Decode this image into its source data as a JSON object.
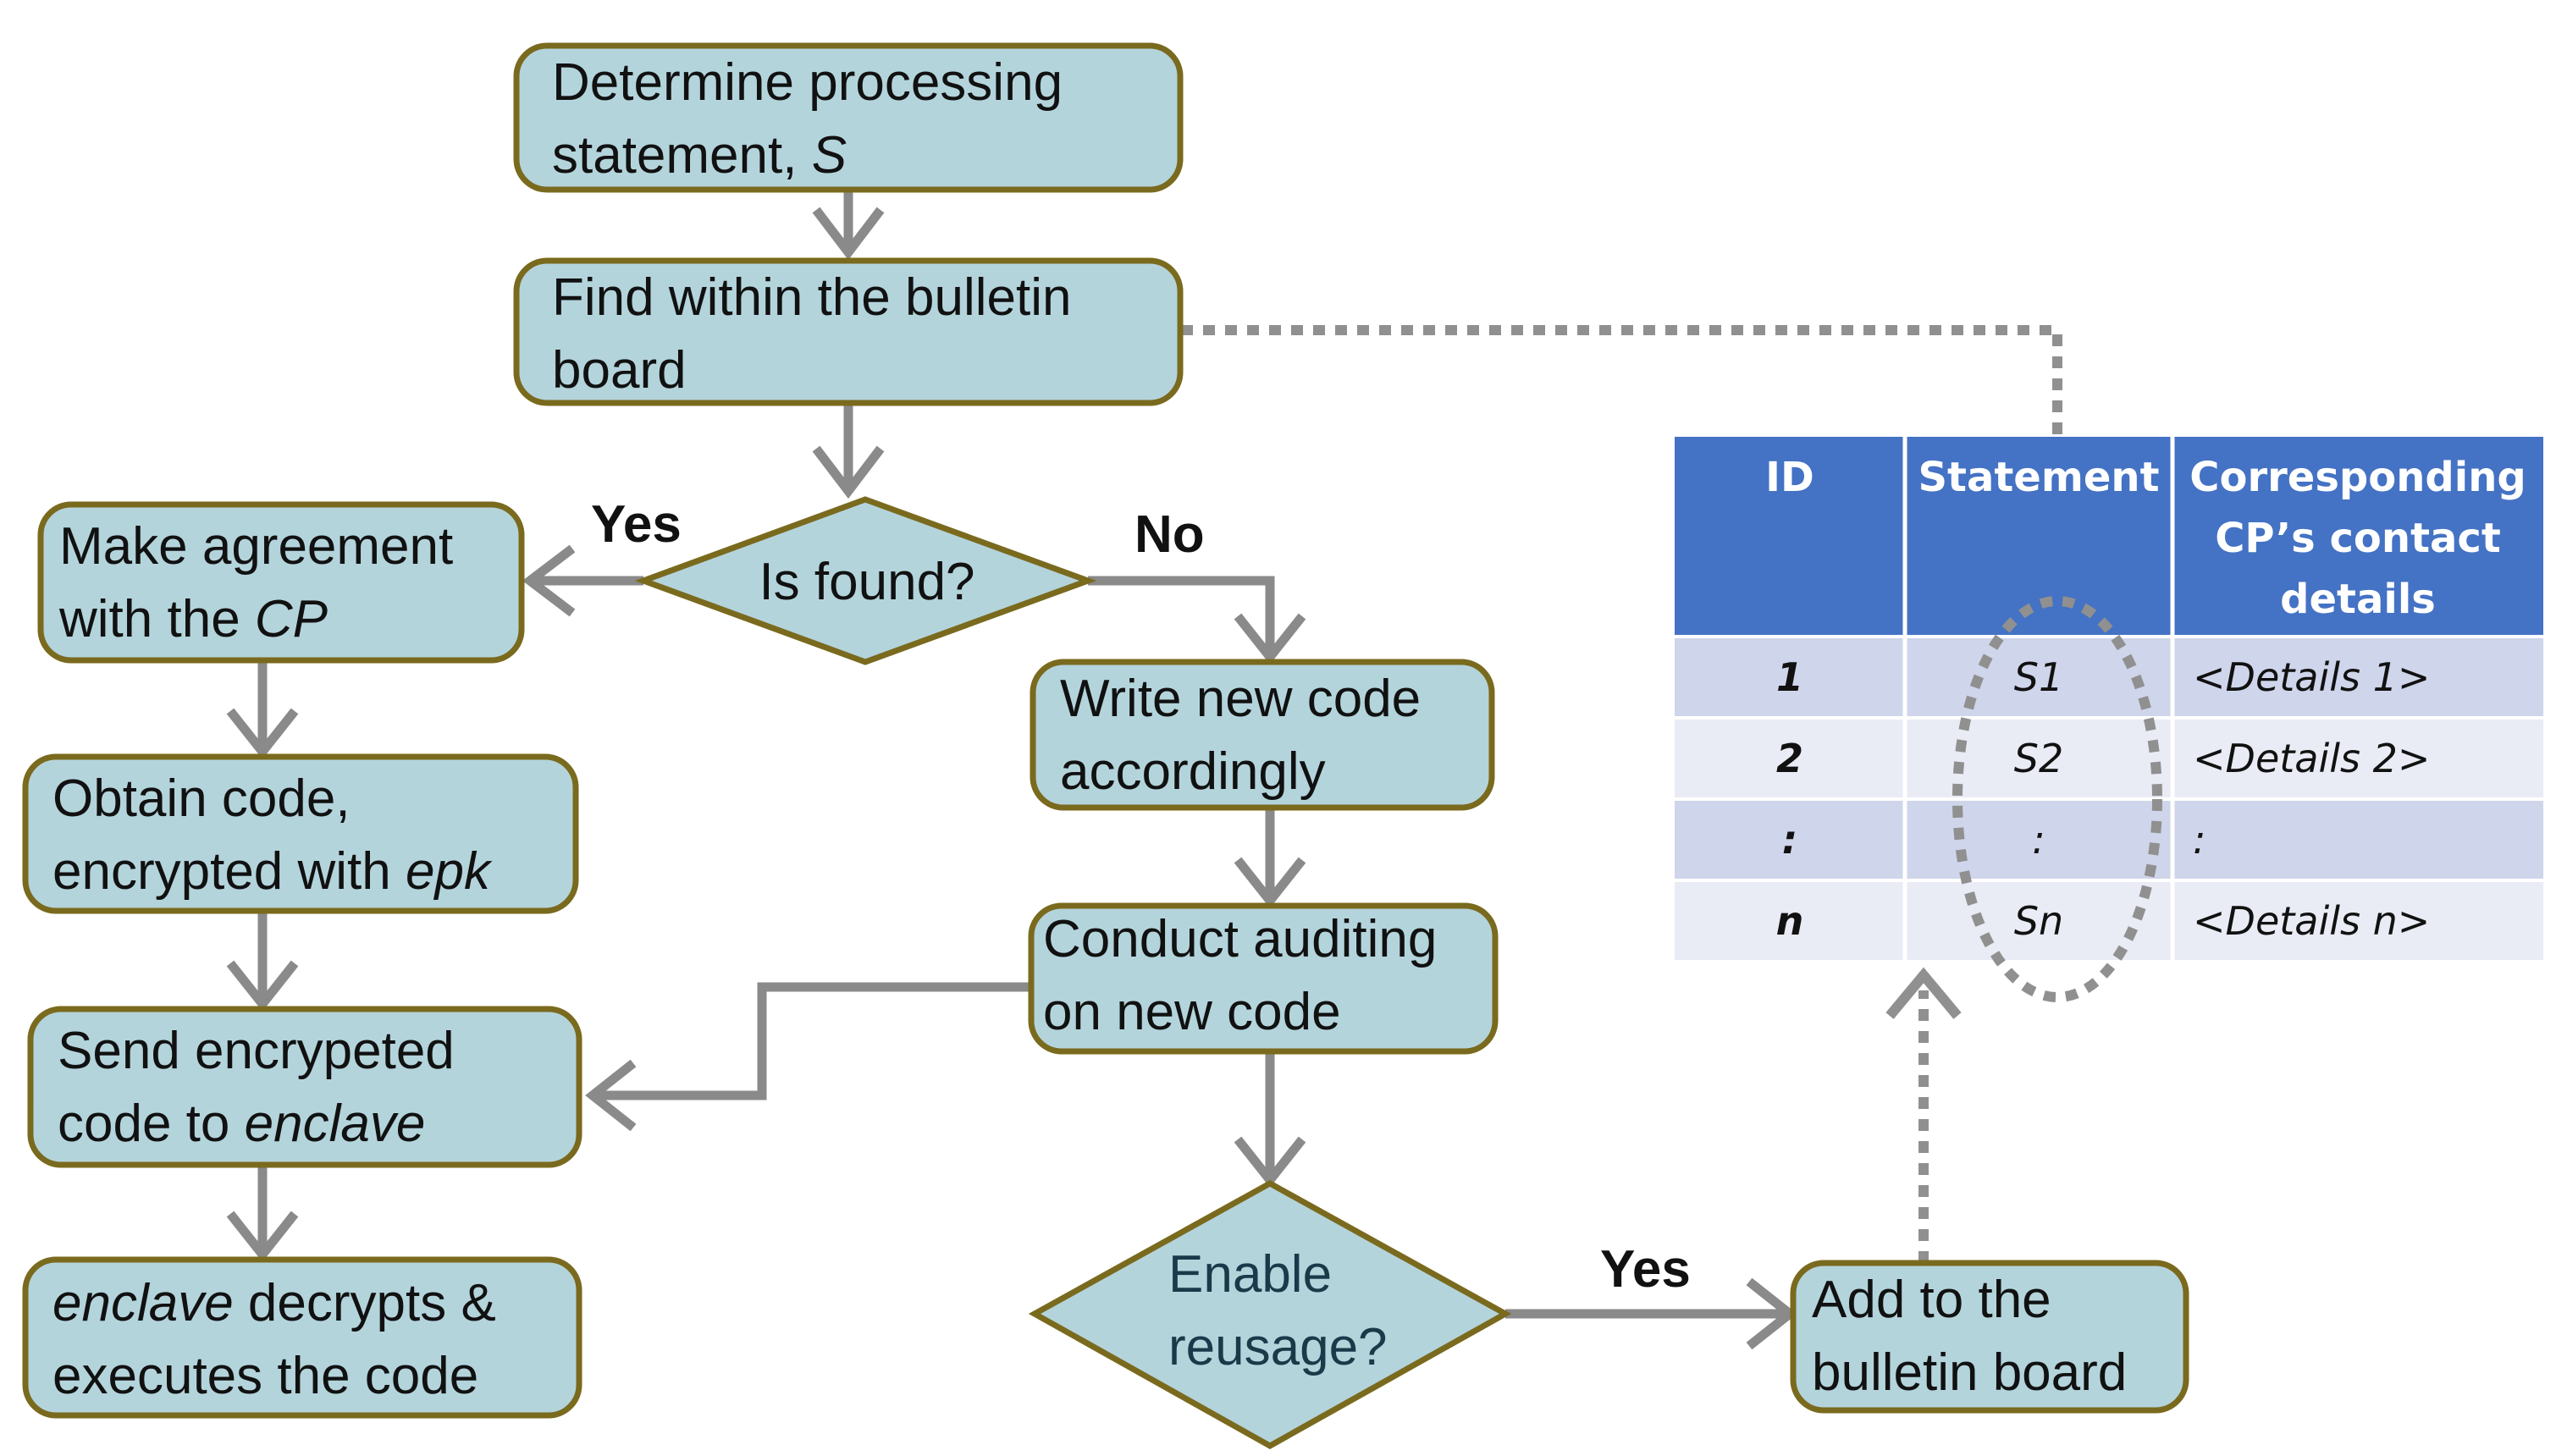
{
  "colors": {
    "box_fill": "#b4d4dc",
    "box_stroke": "#7a6a1e",
    "arrow": "#8a8a8a",
    "table_header": "#4472c4",
    "table_row_a": "#cfd5ea",
    "table_row_b": "#e9ebf5",
    "dotted": "#909090"
  },
  "nodes": {
    "determine": {
      "line1": "Determine processing",
      "line2_prefix": "statement, ",
      "line2_italic": "S"
    },
    "find": {
      "line1": "Find within the bulletin",
      "line2": "board"
    },
    "is_found": {
      "label": "Is found?"
    },
    "agreement": {
      "line1": "Make agreement",
      "line2_prefix": "with the ",
      "line2_italic": "CP"
    },
    "obtain": {
      "line1": "Obtain code,",
      "line2_prefix": "encrypted with ",
      "line2_italic": "epk"
    },
    "send": {
      "line1": "Send encrypeted",
      "line2_prefix": "code to ",
      "line2_italic": "enclave"
    },
    "execute": {
      "line1_italic": "enclave",
      "line1_suffix": " decrypts &",
      "line2": "executes the code"
    },
    "write": {
      "line1": "Write new code",
      "line2": "accordingly"
    },
    "audit": {
      "line1": "Conduct auditing",
      "line2": "on new code"
    },
    "reuse": {
      "line1": "Enable",
      "line2": "reusage?"
    },
    "add": {
      "line1": "Add to the",
      "line2": "bulletin board"
    }
  },
  "branch_labels": {
    "yes_found": "Yes",
    "no_found": "No",
    "yes_reuse": "Yes"
  },
  "table": {
    "headers": {
      "id": "ID",
      "statement": "Statement",
      "contact_line1": "Corresponding",
      "contact_line2": "CP’s contact",
      "contact_line3": "details"
    },
    "rows": [
      {
        "id": "1",
        "statement": "S1",
        "details": "<Details 1>"
      },
      {
        "id": "2",
        "statement": "S2",
        "details": "<Details 2>"
      },
      {
        "id": ":",
        "statement": ":",
        "details": ":"
      },
      {
        "id": "n",
        "statement": "Sn",
        "details": "<Details n>"
      }
    ]
  }
}
